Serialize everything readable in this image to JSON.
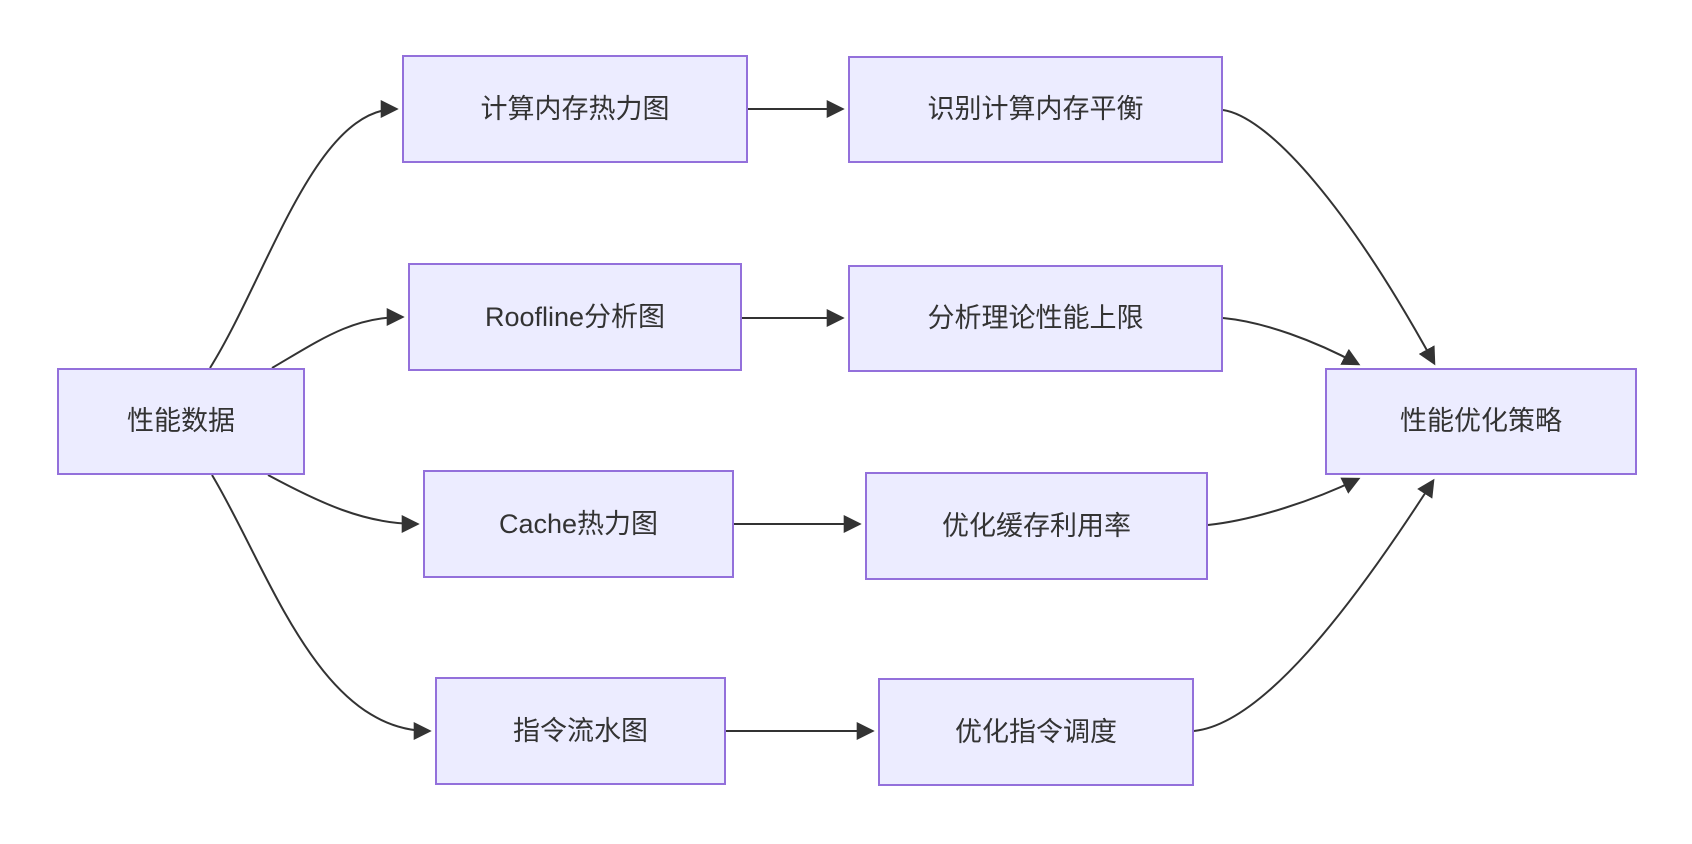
{
  "diagram": {
    "kind": "flowchart-left-to-right",
    "background": "#ffffff",
    "node_fill": "#ECECFF",
    "node_border_color": "#9370DB",
    "node_text_color": "#333333",
    "edge_color": "#333333"
  },
  "nodes": {
    "source": {
      "label": "性能数据"
    },
    "heatmap": {
      "label": "计算内存热力图"
    },
    "roofline": {
      "label": "Roofline分析图"
    },
    "cache": {
      "label": "Cache热力图"
    },
    "pipeline": {
      "label": "指令流水图"
    },
    "balance": {
      "label": "识别计算内存平衡"
    },
    "ceiling": {
      "label": "分析理论性能上限"
    },
    "cacheuse": {
      "label": "优化缓存利用率"
    },
    "schedule": {
      "label": "优化指令调度"
    },
    "strategy": {
      "label": "性能优化策略"
    }
  },
  "edges": [
    {
      "from": "性能数据",
      "to": "计算内存热力图"
    },
    {
      "from": "性能数据",
      "to": "Roofline分析图"
    },
    {
      "from": "性能数据",
      "to": "Cache热力图"
    },
    {
      "from": "性能数据",
      "to": "指令流水图"
    },
    {
      "from": "计算内存热力图",
      "to": "识别计算内存平衡"
    },
    {
      "from": "Roofline分析图",
      "to": "分析理论性能上限"
    },
    {
      "from": "Cache热力图",
      "to": "优化缓存利用率"
    },
    {
      "from": "指令流水图",
      "to": "优化指令调度"
    },
    {
      "from": "识别计算内存平衡",
      "to": "性能优化策略"
    },
    {
      "from": "分析理论性能上限",
      "to": "性能优化策略"
    },
    {
      "from": "优化缓存利用率",
      "to": "性能优化策略"
    },
    {
      "from": "优化指令调度",
      "to": "性能优化策略"
    }
  ]
}
